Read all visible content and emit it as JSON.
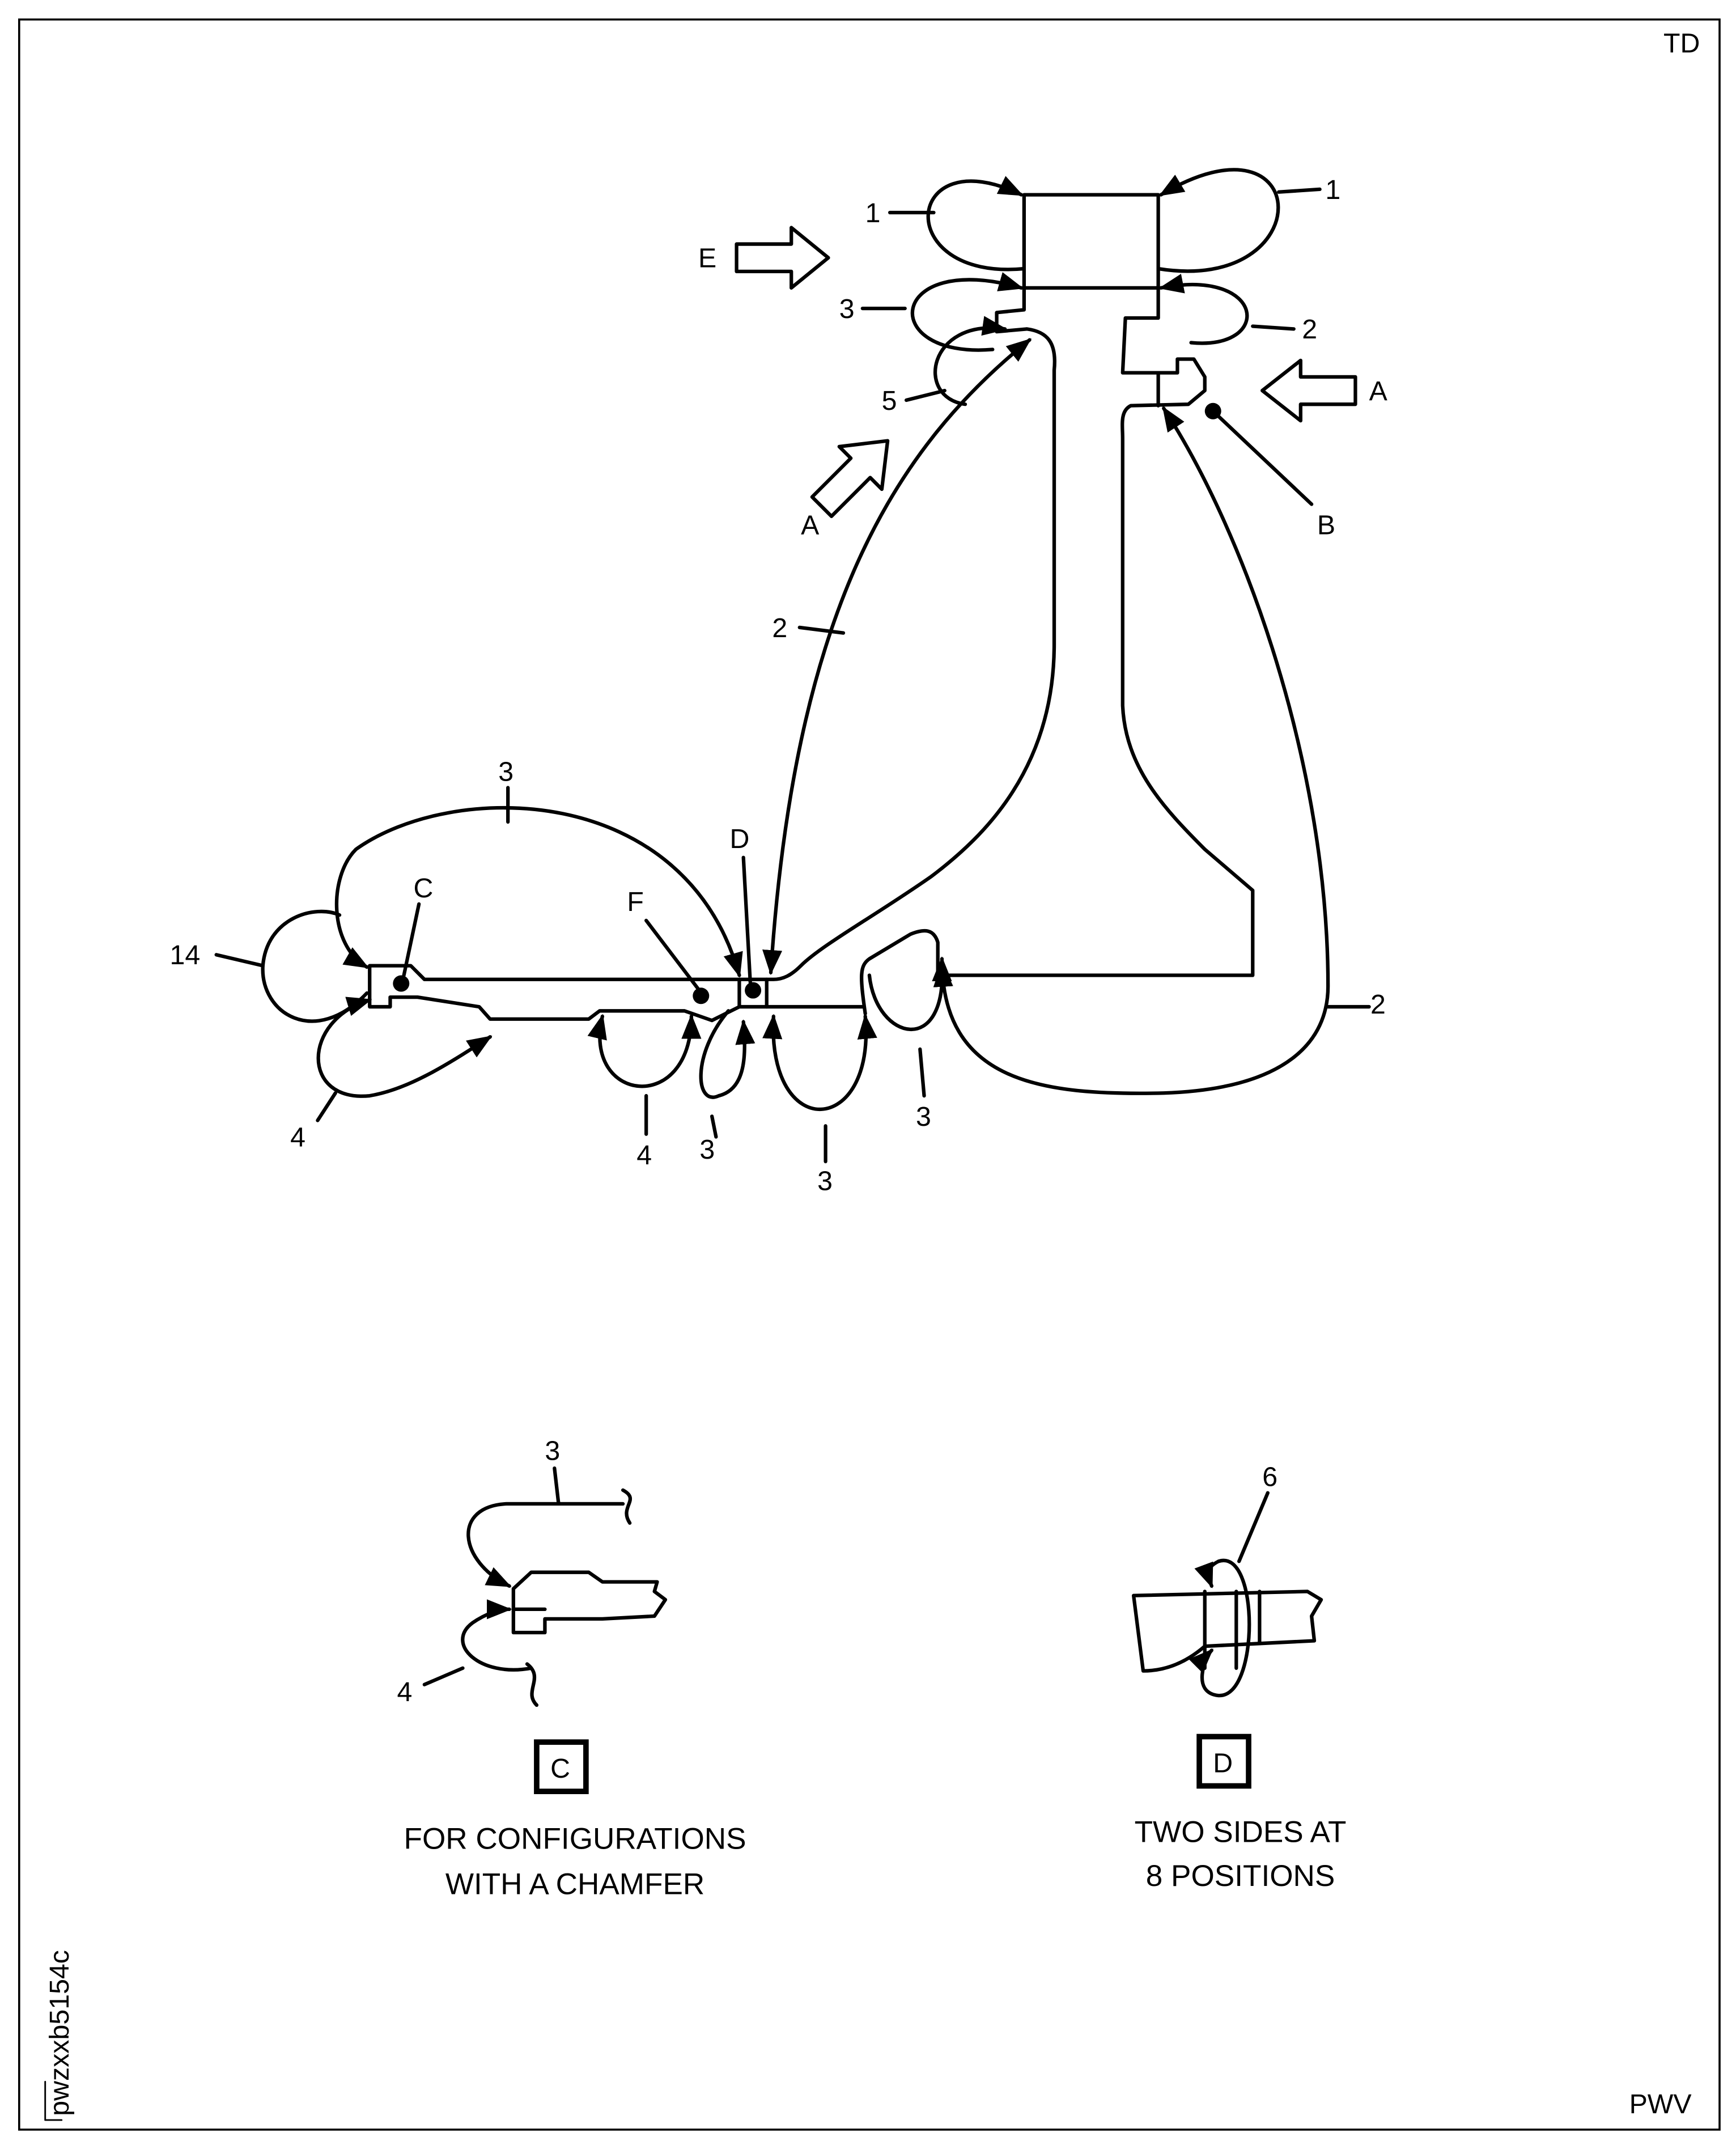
{
  "corner_labels": {
    "top_right": "TD",
    "bottom_right": "PWV",
    "figure_id": "pwzxxb5154c"
  },
  "main_view": {
    "callouts": {
      "c1_left": "1",
      "c1_right": "1",
      "c3_top": "3",
      "c2_top": "2",
      "c5": "5",
      "c2_left": "2",
      "c2_right": "2",
      "c3_arm_top": "3",
      "c14": "14",
      "c4_left": "4",
      "c4_mid": "4",
      "c3_small": "3",
      "c3_under": "3",
      "c3_right": "3"
    },
    "view_arrows": {
      "e": "E",
      "a_right": "A",
      "a_diag": "A"
    },
    "points": {
      "b": "B",
      "c": "C",
      "d": "D",
      "f": "F"
    }
  },
  "detail_c": {
    "callouts": {
      "c3": "3",
      "c4": "4"
    },
    "box_label": "C",
    "caption_line1": "FOR CONFIGURATIONS",
    "caption_line2": "WITH A CHAMFER"
  },
  "detail_d": {
    "callouts": {
      "c6": "6"
    },
    "box_label": "D",
    "caption_line1": "TWO SIDES AT",
    "caption_line2": "8 POSITIONS"
  }
}
